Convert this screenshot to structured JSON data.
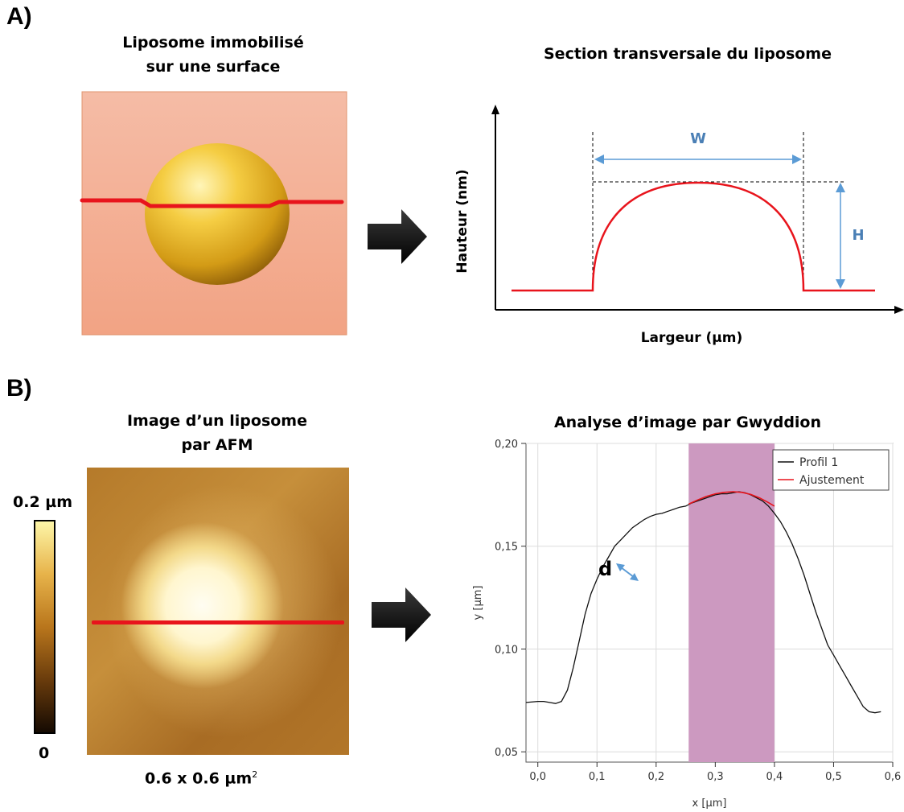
{
  "panel_a": {
    "label": "A)",
    "left_title_line1": "Liposome immobilisé",
    "left_title_line2": "sur une surface",
    "right_title": "Section transversale du liposome",
    "ylabel": "Hauteur (nm)",
    "xlabel": "Largeur (µm)",
    "width_label": "W",
    "height_label": "H",
    "colors": {
      "surface": "#f3b49b",
      "sphere": "#f1c232",
      "profile": "#e8141c",
      "dimension": "#5b9bd5"
    }
  },
  "panel_b": {
    "label": "B)",
    "left_title_line1": "Image d’un liposome",
    "left_title_line2": "par  AFM",
    "colorbar_max": "0.2 µm",
    "colorbar_min": "0",
    "scan_size": "0.6 x 0.6 µm",
    "scan_size_sup": "2",
    "right_title": "Analyse d’image par Gwyddion"
  },
  "chart_data": {
    "type": "line",
    "xlabel": "x [µm]",
    "ylabel": "y [µm]",
    "xlim": [
      -0.02,
      0.6
    ],
    "ylim": [
      0.045,
      0.2
    ],
    "xticks": [
      "0,0",
      "0,1",
      "0,2",
      "0,3",
      "0,4",
      "0,5",
      "0,6"
    ],
    "yticks": [
      "0,05",
      "0,10",
      "0,15",
      "0,20"
    ],
    "grid": true,
    "legend_position": "top-right",
    "annotation": "d",
    "highlight_range": [
      0.255,
      0.4
    ],
    "highlight_color": "#cc99c0",
    "series": [
      {
        "name": "Profil 1",
        "color": "#111111",
        "x": [
          -0.02,
          0.0,
          0.01,
          0.02,
          0.03,
          0.04,
          0.05,
          0.06,
          0.07,
          0.08,
          0.09,
          0.1,
          0.11,
          0.12,
          0.13,
          0.14,
          0.15,
          0.16,
          0.17,
          0.18,
          0.19,
          0.2,
          0.21,
          0.22,
          0.23,
          0.24,
          0.25,
          0.26,
          0.27,
          0.28,
          0.29,
          0.3,
          0.31,
          0.32,
          0.33,
          0.34,
          0.35,
          0.36,
          0.37,
          0.38,
          0.39,
          0.4,
          0.41,
          0.42,
          0.43,
          0.44,
          0.45,
          0.46,
          0.47,
          0.48,
          0.49,
          0.5,
          0.51,
          0.52,
          0.53,
          0.54,
          0.55,
          0.56,
          0.57,
          0.58
        ],
        "y": [
          0.074,
          0.0745,
          0.0745,
          0.074,
          0.0735,
          0.0745,
          0.08,
          0.091,
          0.104,
          0.117,
          0.127,
          0.134,
          0.14,
          0.145,
          0.15,
          0.153,
          0.156,
          0.159,
          0.161,
          0.163,
          0.1645,
          0.1655,
          0.166,
          0.167,
          0.168,
          0.169,
          0.1695,
          0.171,
          0.172,
          0.173,
          0.174,
          0.175,
          0.1755,
          0.1755,
          0.176,
          0.1765,
          0.176,
          0.175,
          0.1735,
          0.172,
          0.1695,
          0.166,
          0.162,
          0.157,
          0.151,
          0.144,
          0.136,
          0.127,
          0.118,
          0.11,
          0.102,
          0.097,
          0.092,
          0.087,
          0.082,
          0.077,
          0.072,
          0.0695,
          0.069,
          0.0695
        ]
      },
      {
        "name": "Ajustement",
        "color": "#e8141c",
        "x": [
          0.255,
          0.27,
          0.285,
          0.3,
          0.315,
          0.33,
          0.345,
          0.36,
          0.375,
          0.39,
          0.4
        ],
        "y": [
          0.1705,
          0.1725,
          0.1742,
          0.1755,
          0.1762,
          0.1765,
          0.1762,
          0.1752,
          0.1735,
          0.1712,
          0.1695
        ]
      }
    ]
  }
}
